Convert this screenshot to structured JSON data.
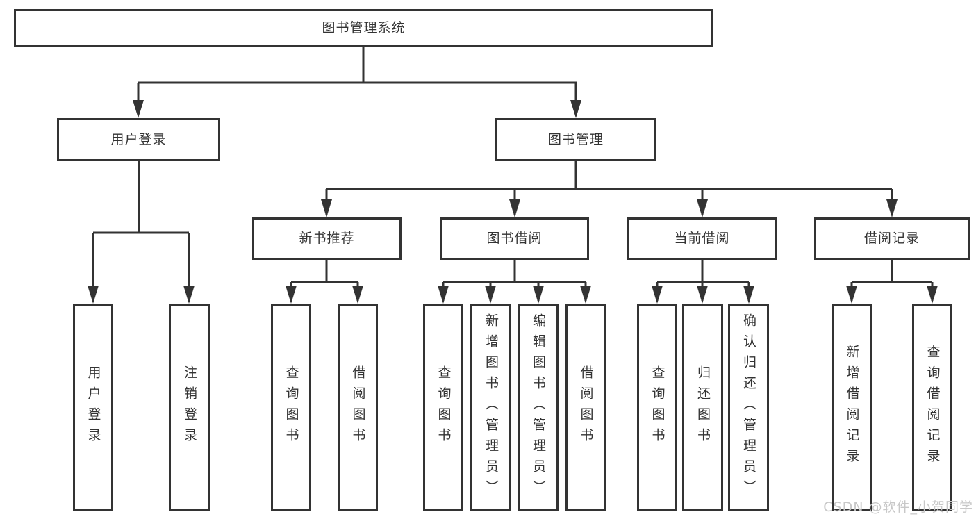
{
  "diagram": {
    "title": "图书管理系统",
    "tree": {
      "label": "图书管理系统",
      "children": [
        {
          "label": "用户登录",
          "children": [
            {
              "label": "用户登录"
            },
            {
              "label": "注销登录"
            }
          ]
        },
        {
          "label": "图书管理",
          "children": [
            {
              "label": "新书推荐",
              "children": [
                {
                  "label": "查询图书"
                },
                {
                  "label": "借阅图书"
                }
              ]
            },
            {
              "label": "图书借阅",
              "children": [
                {
                  "label": "查询图书"
                },
                {
                  "label": "新增图书（管理员）"
                },
                {
                  "label": "编辑图书（管理员）"
                },
                {
                  "label": "借阅图书"
                }
              ]
            },
            {
              "label": "当前借阅",
              "children": [
                {
                  "label": "查询图书"
                },
                {
                  "label": "归还图书"
                },
                {
                  "label": "确认归还（管理员）"
                }
              ]
            },
            {
              "label": "借阅记录",
              "children": [
                {
                  "label": "新增借阅记录"
                },
                {
                  "label": "查询借阅记录"
                }
              ]
            }
          ]
        }
      ]
    },
    "colors": {
      "line": "#333333",
      "text": "#333333",
      "box_background": "#ffffff",
      "page_background": "#ffffff",
      "watermark": "#c8c8c8"
    }
  },
  "watermark": {
    "text": "CSDN @软件_小贺同学"
  }
}
